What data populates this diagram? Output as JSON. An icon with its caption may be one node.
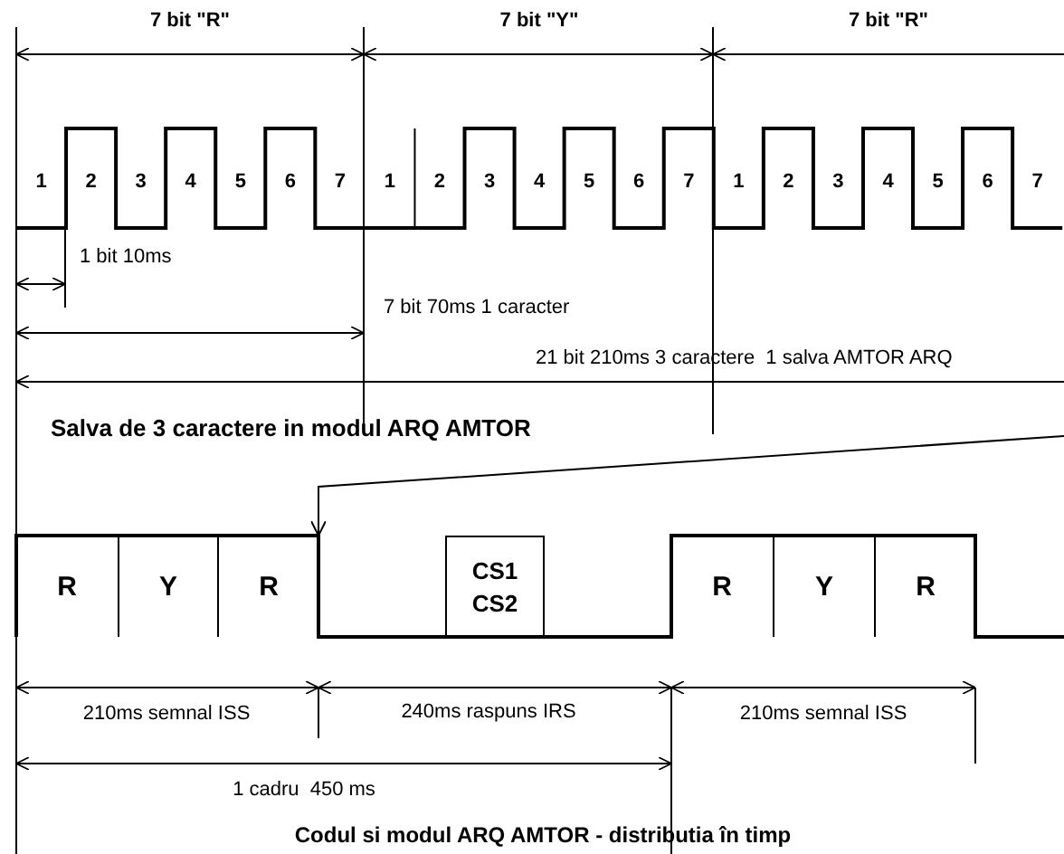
{
  "diagram": {
    "caption": "Codul si modul ARQ AMTOR - distributia în timp",
    "nodes": [
      {
        "text": [
          "R"
        ]
      },
      {
        "text": [
          "Y"
        ]
      },
      {
        "text": [
          "R"
        ]
      },
      {
        "text": [
          "CS1 CS2"
        ]
      },
      {
        "text": [
          "R"
        ]
      },
      {
        "text": [
          "Y"
        ]
      },
      {
        "text": [
          "R"
        ]
      }
    ],
    "edges": [
      {
        "from": null,
        "to": 2,
        "arrow": "to"
      }
    ],
    "labels": [
      "7 bit \"R\"",
      "7 bit \"Y\"",
      "7 bit \"R\"",
      "1",
      "2",
      "3",
      "4",
      "5",
      "6",
      "7",
      "1",
      "2",
      "3",
      "4",
      "5",
      "6",
      "7",
      "1",
      "2",
      "3",
      "4",
      "5",
      "6",
      "7",
      "1 bit 10ms",
      "7 bit 70ms 1 caracter",
      "21 bit 210ms 3 caractere  1 salva AMTOR ARQ",
      "Salva de 3 caractere in modul ARQ AMTOR",
      "210ms semnal ISS",
      "240ms raspuns IRS",
      "210ms semnal ISS",
      "1 cadru  450 ms"
    ]
  }
}
